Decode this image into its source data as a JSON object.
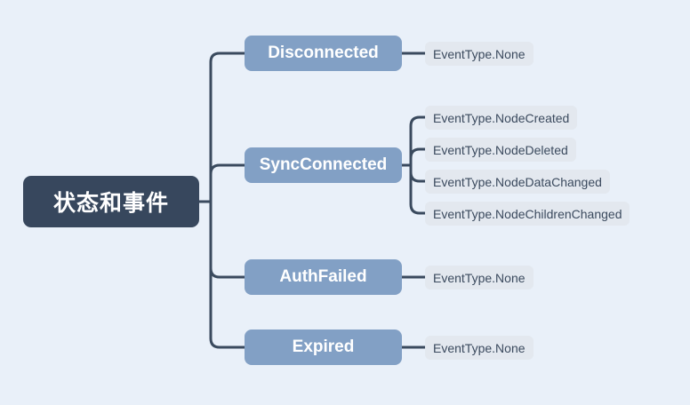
{
  "diagram": {
    "type": "mind-map",
    "colors": {
      "background": "#e9f0f9",
      "root_fill": "#37475d",
      "root_text": "#ffffff",
      "branch_fill": "#82a0c5",
      "branch_text": "#ffffff",
      "leaf_fill": "#e3e8ef",
      "leaf_text": "#3b4a5e",
      "edge_stroke": "#3a4a5e"
    },
    "root": {
      "label": "状态和事件"
    },
    "branches": [
      {
        "label": "Disconnected",
        "leaves": [
          {
            "label": "EventType.None"
          }
        ]
      },
      {
        "label": "SyncConnected",
        "leaves": [
          {
            "label": "EventType.NodeCreated"
          },
          {
            "label": "EventType.NodeDeleted"
          },
          {
            "label": "EventType.NodeDataChanged"
          },
          {
            "label": "EventType.NodeChildrenChanged"
          }
        ]
      },
      {
        "label": "AuthFailed",
        "leaves": [
          {
            "label": "EventType.None"
          }
        ]
      },
      {
        "label": "Expired",
        "leaves": [
          {
            "label": "EventType.None"
          }
        ]
      }
    ]
  }
}
